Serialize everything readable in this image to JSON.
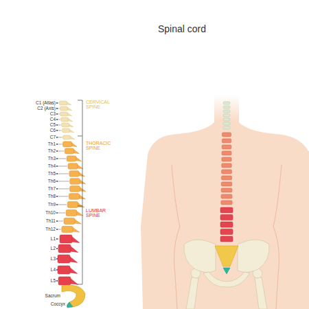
{
  "diagram": {
    "title": "Spinal cord",
    "labels": [
      "C1 (Atlas)",
      "C2 (Axis)",
      "C3",
      "C4",
      "C5",
      "C6",
      "C7",
      "Th1",
      "Th2",
      "Th3",
      "Th4",
      "Th5",
      "Th6",
      "Th7",
      "Th8",
      "Th9",
      "Th10",
      "Th11",
      "Th12",
      "L1",
      "L2",
      "L3",
      "L4",
      "L5",
      "Sacrum",
      "Coccyx",
      "CERVICAL SPINE",
      "THORACIC SPINE",
      "LUMBAR SPINE"
    ]
  }
}
